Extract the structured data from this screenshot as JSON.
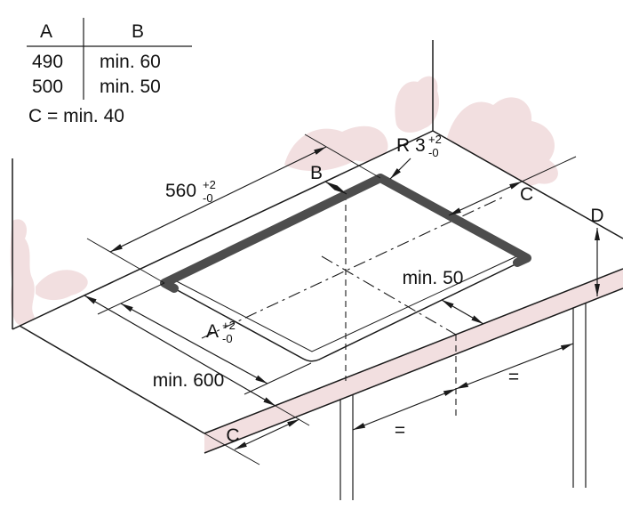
{
  "colors": {
    "diagram_line": "#1a1a1a",
    "wall_tint": "#f2dfe0",
    "rim_fill": "#4d4d4d",
    "background": "#ffffff"
  },
  "table": {
    "header_a": "A",
    "header_b": "B",
    "rows": [
      {
        "a": "490",
        "b": "min. 60"
      },
      {
        "a": "500",
        "b": "min. 50"
      }
    ],
    "note": "C = min. 40"
  },
  "dims": {
    "cutout_width": {
      "value": "560",
      "tol_plus": "+2",
      "tol_minus": "-0"
    },
    "cutout_depth": {
      "value": "A",
      "tol_plus": "+2",
      "tol_minus": "-0"
    },
    "corner_radius": {
      "value": "R 3",
      "tol_plus": "+2",
      "tol_minus": "-0"
    },
    "rear_clearance": "B",
    "side_clearance_top": "C",
    "side_clearance_bottom": "C",
    "worktop_thickness": "D",
    "front_clearance": "min. 50",
    "worktop_depth": "min. 600",
    "equal_mark_left": "=",
    "equal_mark_right": "="
  }
}
